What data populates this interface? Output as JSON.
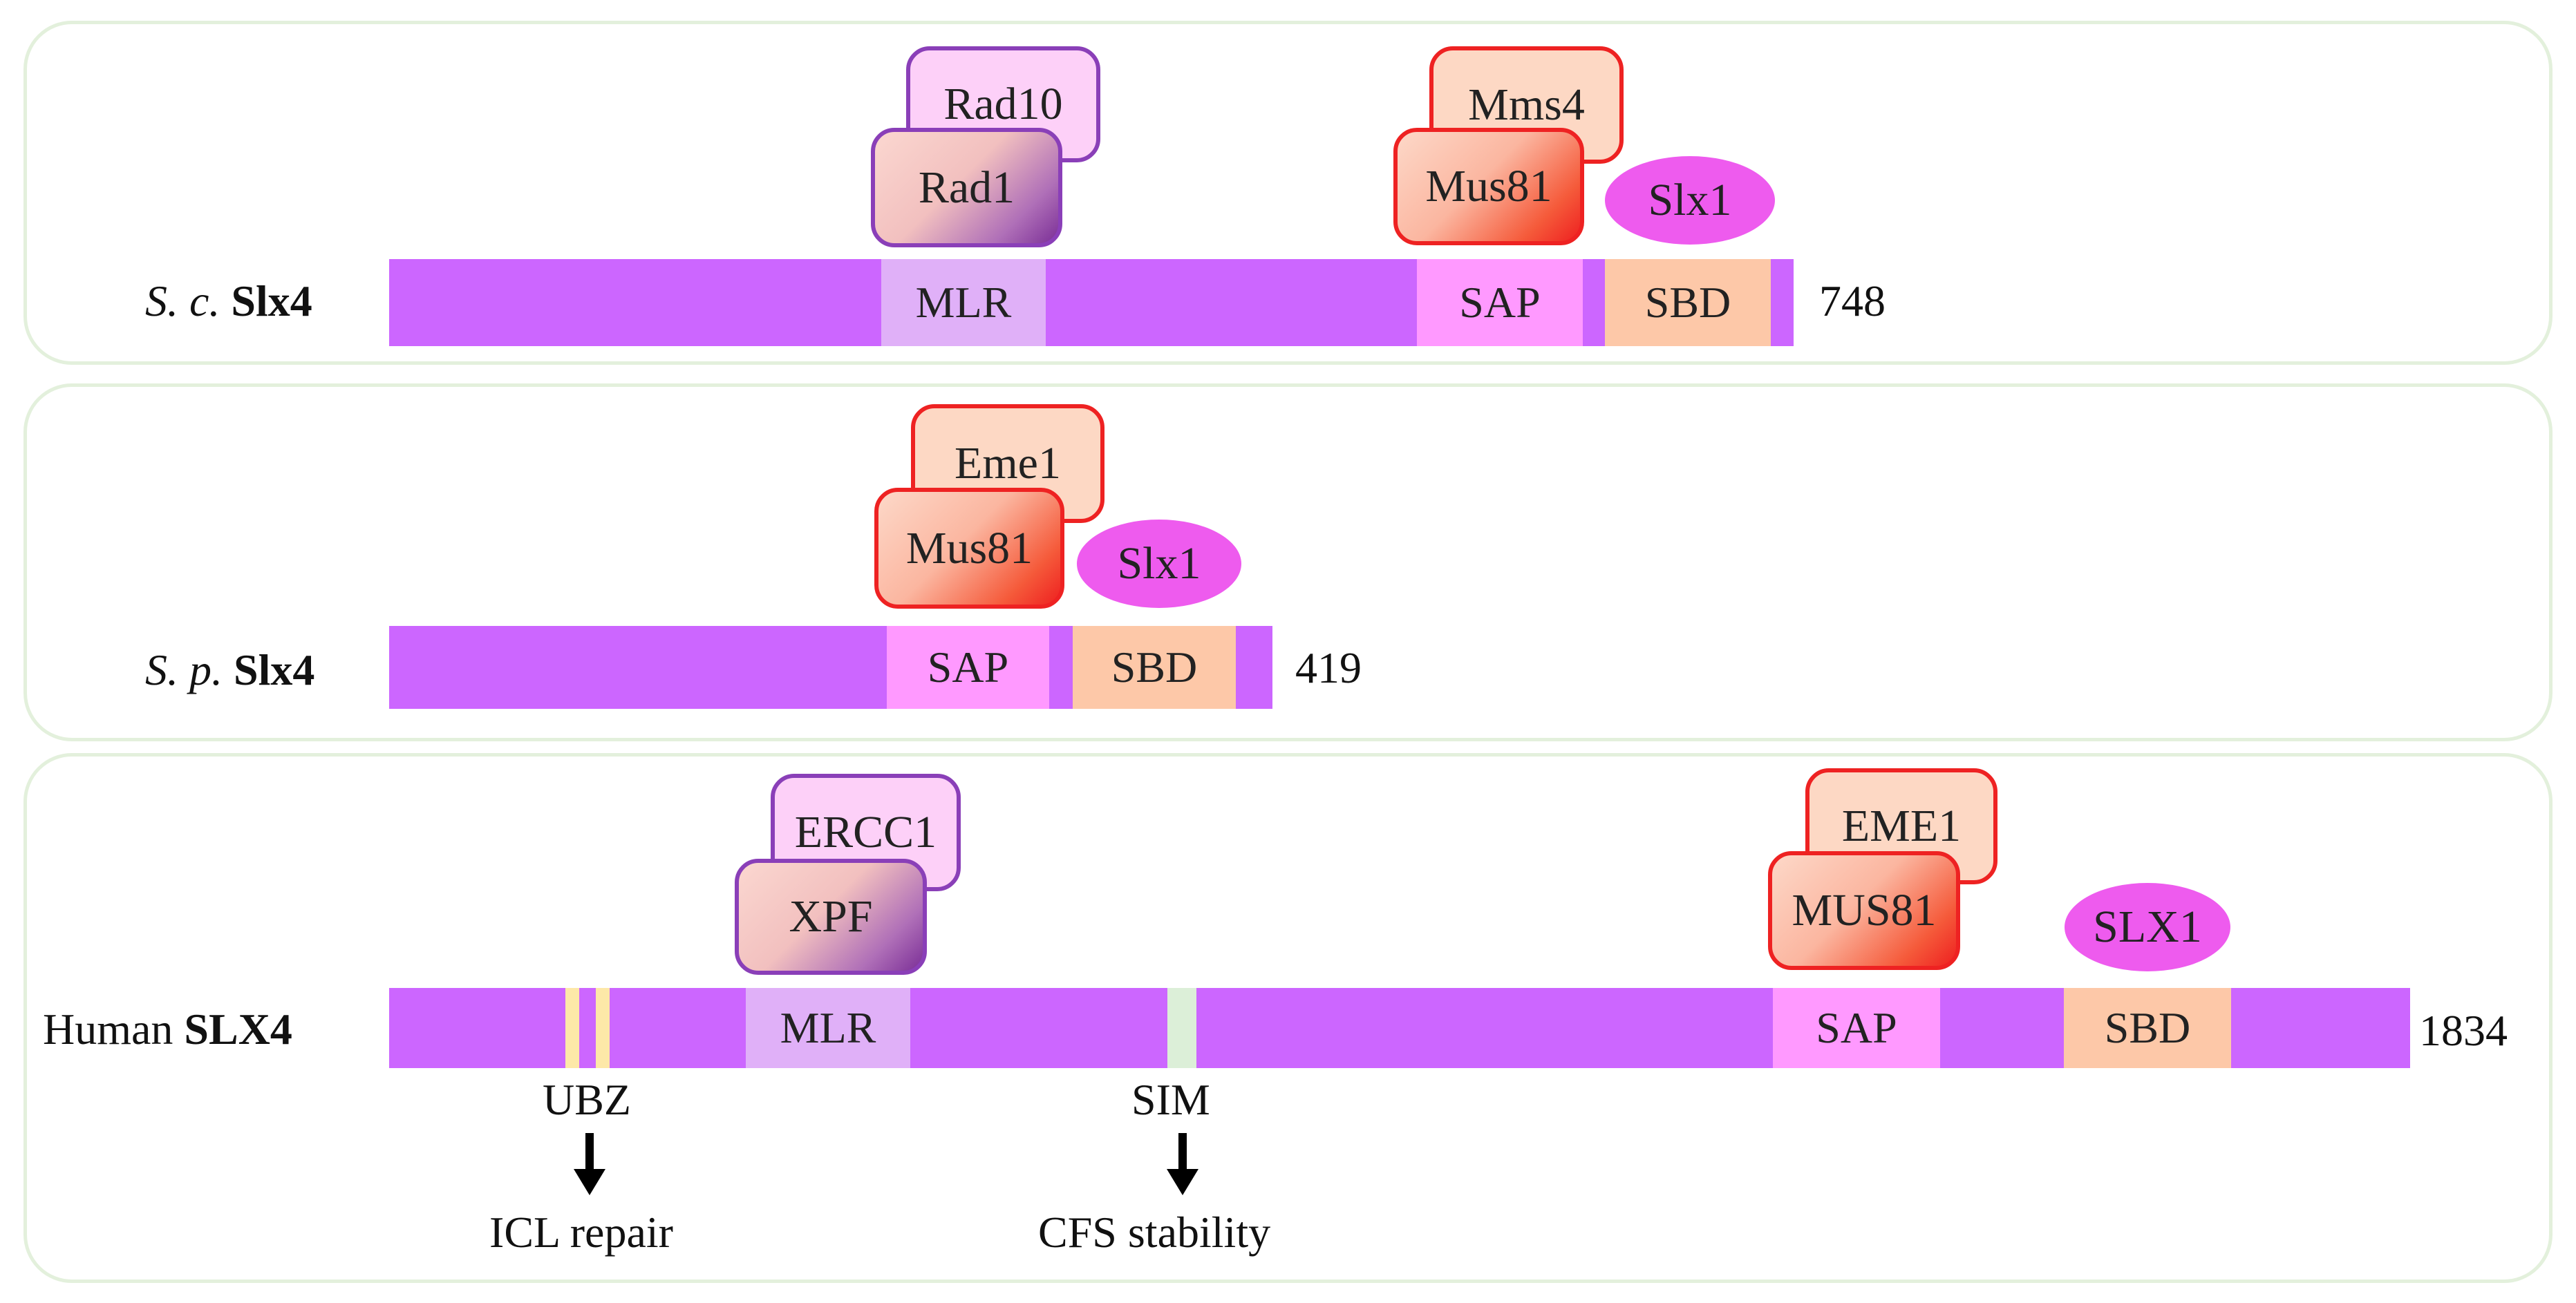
{
  "panels": [
    {
      "species": "S. c.",
      "protein": "Slx4",
      "length": "748",
      "domains": [
        "MLR",
        "SAP",
        "SBD"
      ],
      "partners": [
        "Rad10",
        "Rad1",
        "Mms4",
        "Mus81",
        "Slx1"
      ]
    },
    {
      "species": "S. p.",
      "protein": "Slx4",
      "length": "419",
      "domains": [
        "SAP",
        "SBD"
      ],
      "partners": [
        "Eme1",
        "Mus81",
        "Slx1"
      ]
    },
    {
      "species": "Human",
      "protein": "SLX4",
      "length": "1834",
      "domains": [
        "MLR",
        "SAP",
        "SBD"
      ],
      "partners": [
        "ERCC1",
        "XPF",
        "EME1",
        "MUS81",
        "SLX1"
      ],
      "motifs": [
        "UBZ",
        "SIM"
      ],
      "functions": [
        "ICL repair",
        "CFS stability"
      ]
    }
  ],
  "colors": {
    "backbone": "#cc66ff",
    "mlr": "#e0b0f8",
    "sap": "#ff99ff",
    "sbd": "#fdc8a8",
    "ubz": "#fde8a8",
    "sim": "#dcefd8",
    "border_purple": "#8a3fb8",
    "border_red": "#ee2222",
    "slx1": "#ee5bee",
    "panel_border": "#e3f0dc"
  }
}
